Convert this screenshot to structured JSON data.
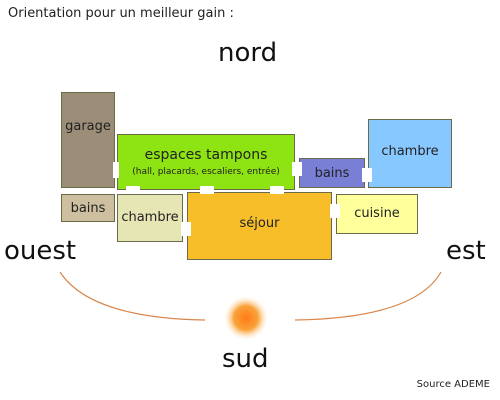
{
  "title": "Orientation pour un meilleur gain :",
  "compass": {
    "north": "nord",
    "south": "sud",
    "west": "ouest",
    "east": "est"
  },
  "source": "Source ADEME",
  "rooms": {
    "garage": {
      "label": "garage",
      "color": "#9b8d78"
    },
    "espaces_tampons": {
      "label": "espaces tampons",
      "sublabel": "(hall, placards, escaliers, entrée)",
      "color": "#8ee313"
    },
    "bains_center": {
      "label": "bains",
      "color": "#7a7fd6"
    },
    "chambre_right": {
      "label": "chambre",
      "color": "#86c8ff"
    },
    "bains_left": {
      "label": "bains",
      "color": "#cdbfa0"
    },
    "chambre_left": {
      "label": "chambre",
      "color": "#e6e6b5"
    },
    "sejour": {
      "label": "séjour",
      "color": "#f7be2a"
    },
    "cuisine": {
      "label": "cuisine",
      "color": "#ffff9c"
    }
  },
  "sun_color": "#f79a25",
  "arc_color": "#d8864a"
}
